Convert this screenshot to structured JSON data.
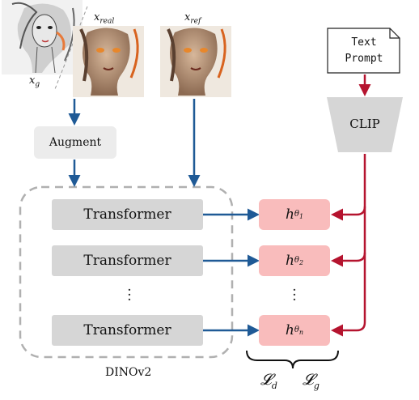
{
  "images": {
    "x_g": {
      "base": "x",
      "sub": "g"
    },
    "x_real": {
      "base": "x",
      "sub": "real"
    },
    "x_ref": {
      "base": "x",
      "sub": "ref"
    }
  },
  "augment_label": "Augment",
  "text_prompt": {
    "line1": "Text",
    "line2": "Prompt"
  },
  "clip_label": "CLIP",
  "transformer_label": "Transformer",
  "encoder_group_label": "DINOv2",
  "heads": [
    {
      "base": "h",
      "sub": "θ",
      "subsub": "1"
    },
    {
      "base": "h",
      "sub": "θ",
      "subsub": "2"
    },
    {
      "base": "h",
      "sub": "θ",
      "subsub": "n"
    }
  ],
  "losses": {
    "l_d": {
      "base": "𝓛",
      "sub": "d"
    },
    "l_g": {
      "base": "𝓛",
      "sub": "g"
    }
  },
  "colors": {
    "blue_arrow": "#1f5a96",
    "red_arrow": "#b5142f",
    "box_gray": "#d6d6d6",
    "head_pink": "#f9bcbc",
    "dash": "#b0b0b0"
  }
}
